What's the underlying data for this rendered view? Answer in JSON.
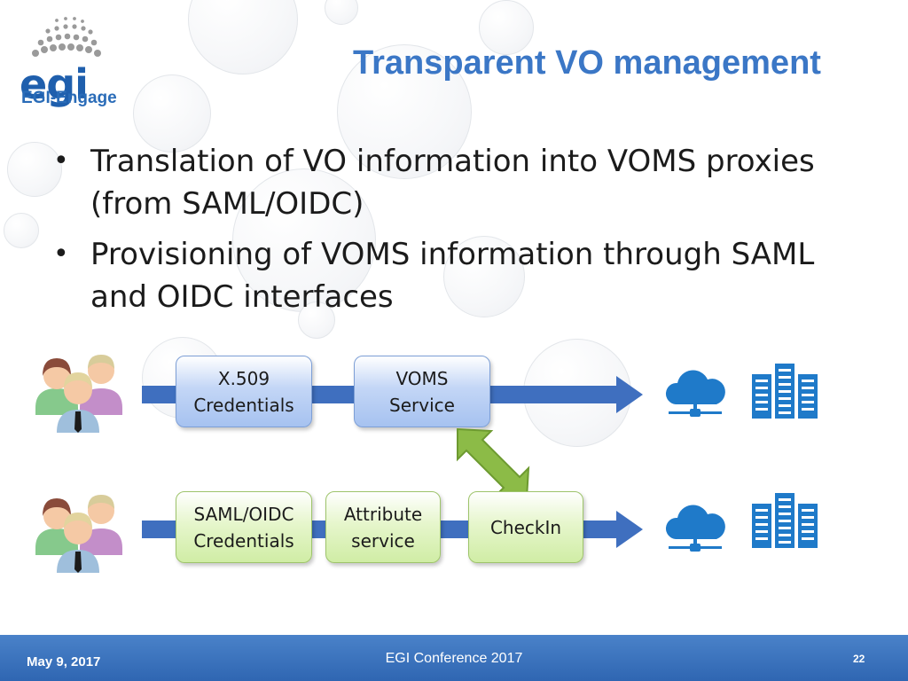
{
  "logo": {
    "word": "egi",
    "subtitle": "EGI-Engage",
    "icon": "egi-dots-logo"
  },
  "slide": {
    "title": "Transparent VO management"
  },
  "bullets": [
    {
      "text": "Translation of VO information into VOMS proxies (from SAML/OIDC)"
    },
    {
      "text": "Provisioning of VOMS information through SAML and OIDC interfaces"
    }
  ],
  "diagram": {
    "top_row": {
      "users_icon": "user-group-icon",
      "boxes": [
        {
          "label": "X.509\nCredentials"
        },
        {
          "label": "VOMS\nService"
        }
      ],
      "cloud_icon": "cloud-network-icon",
      "server_icon": "server-rack-icon"
    },
    "bottom_row": {
      "users_icon": "user-group-icon",
      "boxes": [
        {
          "label": "SAML/OIDC\nCredentials"
        },
        {
          "label": "Attribute\nservice"
        },
        {
          "label": "CheckIn"
        }
      ],
      "cloud_icon": "cloud-network-icon",
      "server_icon": "server-rack-icon"
    },
    "connector_icon": "double-arrow-icon"
  },
  "colors": {
    "accent": "#3b77c6",
    "arrow": "#3f6fbf",
    "footer": "#3a72bd",
    "connector": "#8cbb47"
  },
  "footer": {
    "date": "May 9, 2017",
    "center": "EGI Conference 2017",
    "page": "22"
  }
}
